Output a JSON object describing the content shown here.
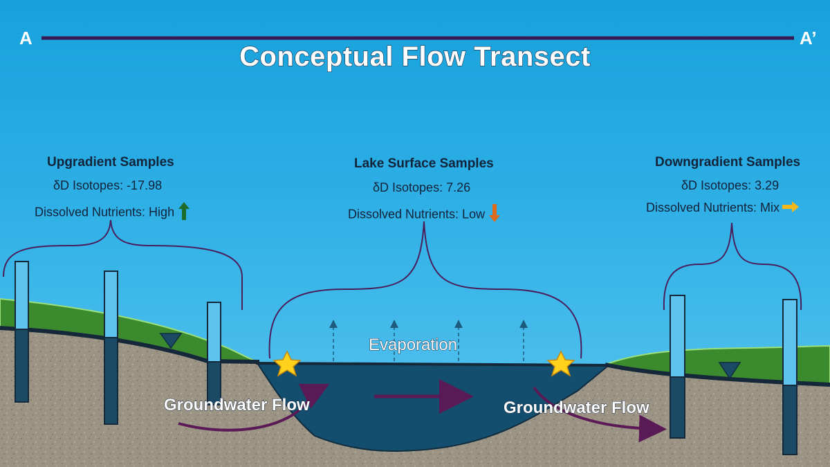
{
  "transect": {
    "start_label": "A",
    "end_label": "A’",
    "title": "Conceptual Flow Transect"
  },
  "upgradient": {
    "heading": "Upgradient Samples",
    "isotopes": "δD Isotopes: -17.98",
    "nutrients": "Dissolved Nutrients: High",
    "nutrient_trend_icon": "arrow-up-icon",
    "icon_color": "#1f6b2a"
  },
  "lake_surface": {
    "heading": "Lake Surface Samples",
    "isotopes": "δD Isotopes: 7.26",
    "nutrients": "Dissolved Nutrients: Low",
    "nutrient_trend_icon": "arrow-down-icon",
    "icon_color": "#e06a1c"
  },
  "downgradient": {
    "heading": "Downgradient Samples",
    "isotopes": "δD Isotopes: 3.29",
    "nutrients": "Dissolved Nutrients: Mix",
    "nutrient_trend_icon": "arrow-right-icon",
    "icon_color": "#f5b81c"
  },
  "labels": {
    "groundwater_left": "Groundwater Flow",
    "groundwater_right": "Groundwater Flow",
    "evaporation": "Evaporation"
  },
  "colors": {
    "sky_top": "#17a1dc",
    "grass": "#3c8a2e",
    "soil": "#9a9284",
    "lake": "#144e6e",
    "well_water": "#1b4a64",
    "well_air": "#5ec4ee",
    "flow_arrow": "#5a1a55",
    "bracket": "#4a1e5a",
    "star": "#ffd21c"
  }
}
